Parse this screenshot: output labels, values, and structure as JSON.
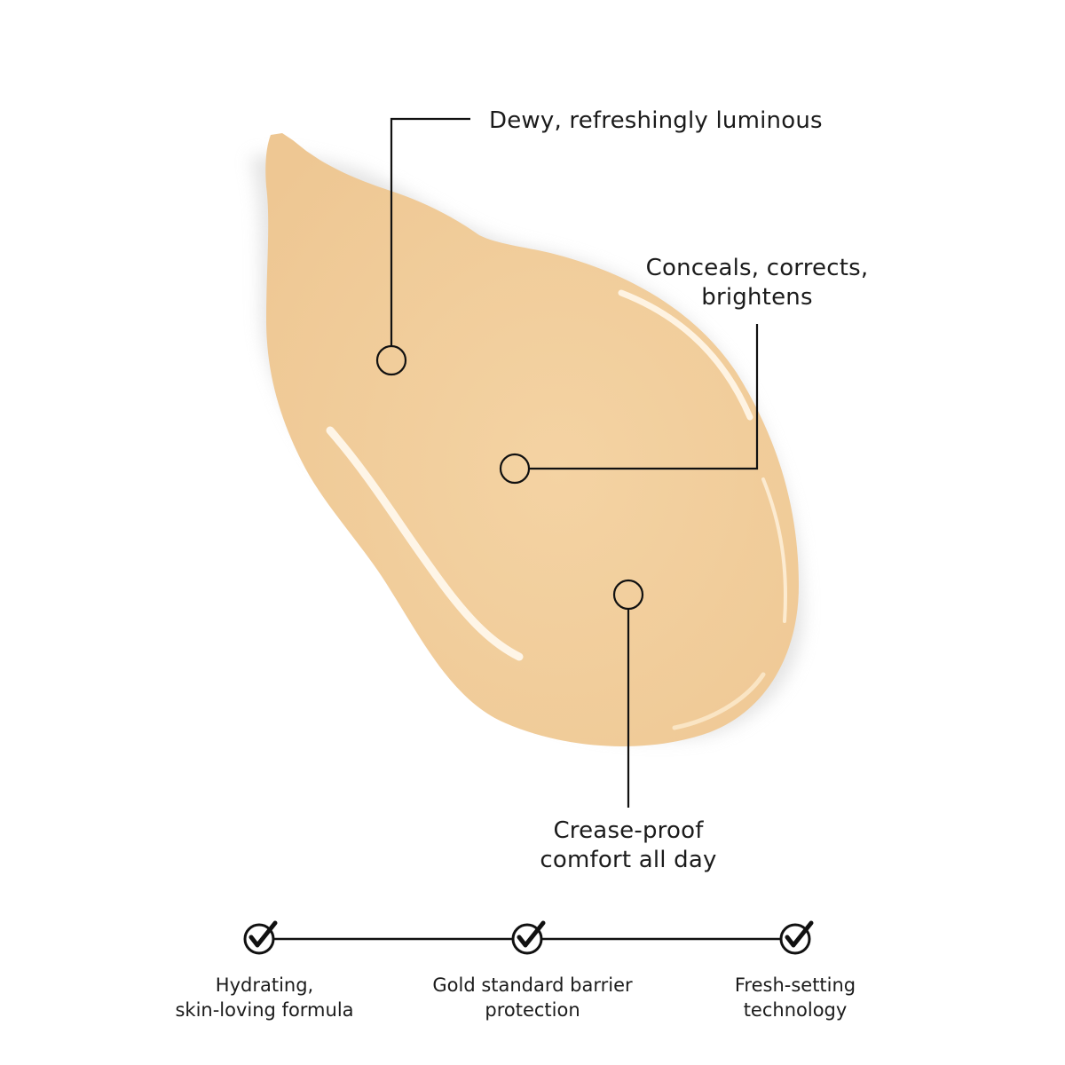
{
  "colors": {
    "swatch": "#f2cf9e",
    "swatch_shadow": "#d9d9d9",
    "highlight": "#fff6e6",
    "ink": "#111111",
    "background": "#ffffff"
  },
  "callouts": [
    {
      "lines": [
        "Dewy, refreshingly luminous"
      ]
    },
    {
      "lines": [
        "Conceals, corrects,",
        "brightens"
      ]
    },
    {
      "lines": [
        "Crease-proof",
        "comfort all day"
      ]
    }
  ],
  "benefits": [
    {
      "icon": "check-circle-icon",
      "lines": [
        "Hydrating,",
        "skin-loving formula"
      ]
    },
    {
      "icon": "check-circle-icon",
      "lines": [
        "Gold standard barrier",
        "protection"
      ]
    },
    {
      "icon": "check-circle-icon",
      "lines": [
        "Fresh-setting",
        "technology"
      ]
    }
  ]
}
